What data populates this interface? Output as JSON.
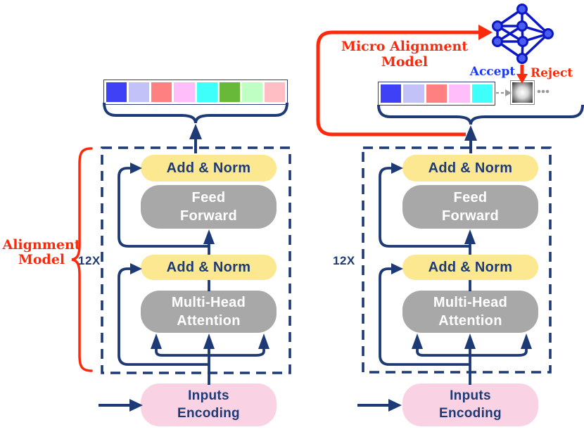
{
  "annotations": {
    "alignment_model": "Alignment\nModel",
    "micro_alignment_model": "Micro Alignment Model",
    "accept": "Accept",
    "reject": "Reject",
    "repeat_left": "12X",
    "repeat_right": "12X",
    "ellipsis_note": "..."
  },
  "left_transformer": {
    "add_norm_top": "Add & Norm",
    "feed_forward": "Feed\nForward",
    "add_norm_bottom": "Add & Norm",
    "multi_head_attention": "Multi-Head\nAttention",
    "inputs_encoding": "Inputs\nEncoding"
  },
  "right_transformer": {
    "add_norm_top": "Add & Norm",
    "feed_forward": "Feed\nForward",
    "add_norm_bottom": "Add & Norm",
    "multi_head_attention": "Multi-Head\nAttention",
    "inputs_encoding": "Inputs\nEncoding"
  },
  "left_tokens": {
    "colors": [
      "#3f41f7",
      "#c2c2f8",
      "#ff8080",
      "#ffbdf9",
      "#3ffffb",
      "#68b93a",
      "#bfffc4",
      "#ffbec4"
    ]
  },
  "right_tokens": {
    "colors": [
      "#3f41f7",
      "#c2c2f8",
      "#ff8080",
      "#ffbdf9",
      "#3ffffb"
    ]
  },
  "colors": {
    "navy": "#1e3a76",
    "red": "#fb2a0c",
    "accept_blue": "#1d39ee",
    "yellow": "#fbe890",
    "gray": "#a8a8a8",
    "pink": "#f9d3e4",
    "nn_blue": "#0c17c6",
    "nn_node": "#4a5cf0",
    "muted_gray": "#9a9a9a"
  }
}
